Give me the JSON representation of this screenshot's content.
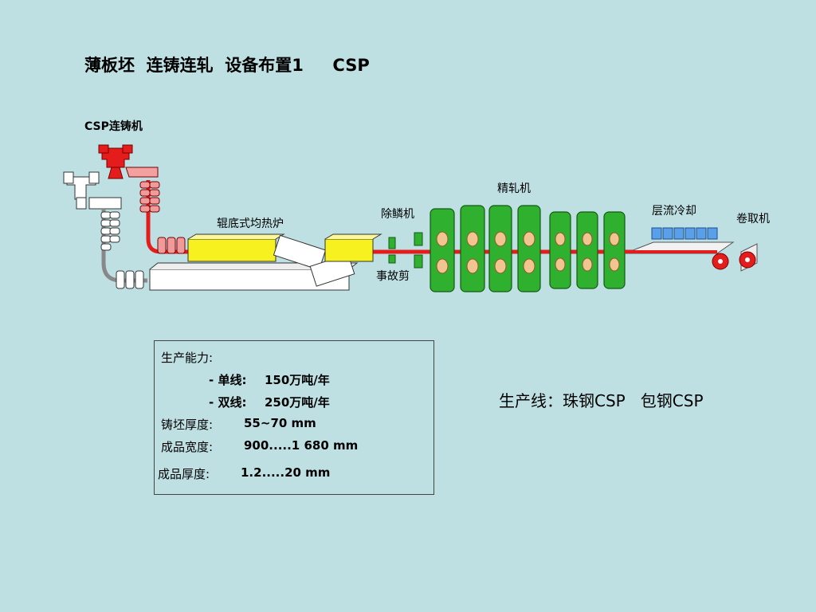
{
  "title": "薄板坯  连铸连轧  设备布置1     CSP",
  "labels": {
    "caster": "CSP连铸机",
    "tunnel_furnace": "辊底式均热炉",
    "descaler": "除鳞机",
    "finishing_mill": "精轧机",
    "laminar_cooling": "层流冷却",
    "coiler": "卷取机",
    "emergency_shear": "事故剪"
  },
  "specs": {
    "capacity_label": "生产能力:",
    "single_label": "- 单线:",
    "single_value": "150万吨/年",
    "double_label": "- 双线:",
    "double_value": "250万吨/年",
    "slab_thickness_label": "铸坯厚度:",
    "slab_thickness_value": "55~70 mm",
    "product_width_label": "成品宽度:",
    "product_width_value": "900.....1 680 mm",
    "product_thickness_label": "成品厚度:",
    "product_thickness_value": "1.2.....20 mm"
  },
  "production_line": "生产线：珠钢CSP   包钢CSP",
  "colors": {
    "background": "#bfe0e3",
    "strand": "#e41c1c",
    "mill": "#2fb12f",
    "roll": "#f2c48f",
    "furnace_slab": "#f7f21f",
    "cooling": "#5aa0e8"
  }
}
